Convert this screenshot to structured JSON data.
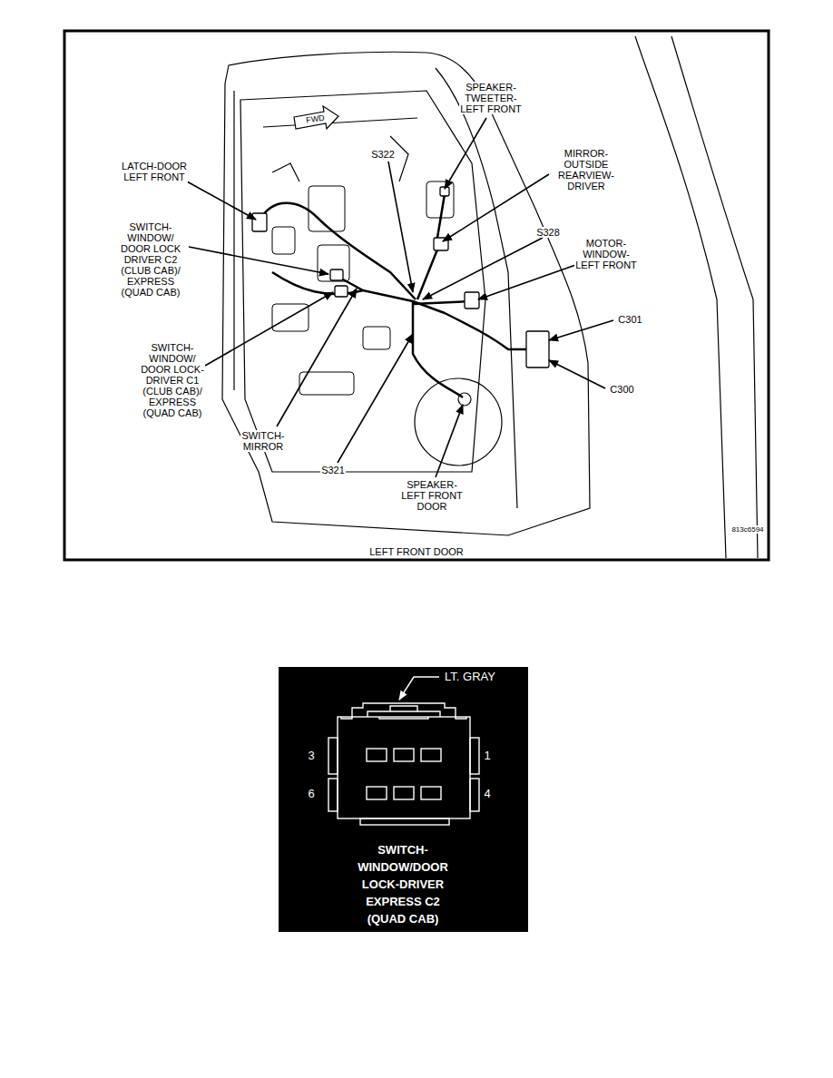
{
  "diagram": {
    "caption": "LEFT FRONT DOOR",
    "labels": [
      "SPEAKER- TWEETER- LEFT FRONT",
      "FWD",
      "LATCH-DOOR LEFT FRONT",
      "S322",
      "MIRROR- OUTSIDE REARVIEW- DRIVER",
      "S328",
      "MOTOR- WINDOW- LEFT FRONT",
      "SWITCH- WINDOW/ DOOR LOCK DRIVER C2 (CLUB CAB)/ EXPRESS (QUAD CAB)",
      "C301",
      "SWITCH- WINDOW/ DOOR LOCK- DRIVER C1 (CLUB CAB)/ EXPRESS (QUAD CAB)",
      "C300",
      "SWITCH- MIRROR",
      "S321",
      "SPEAKER- LEFT FRONT DOOR",
      "813c6594",
      "LT. GRAY",
      "3",
      "1",
      "6",
      "4",
      "SWITCH- WINDOW/DOOR LOCK-DRIVER EXPRESS C2 (QUAD CAB)"
    ]
  }
}
